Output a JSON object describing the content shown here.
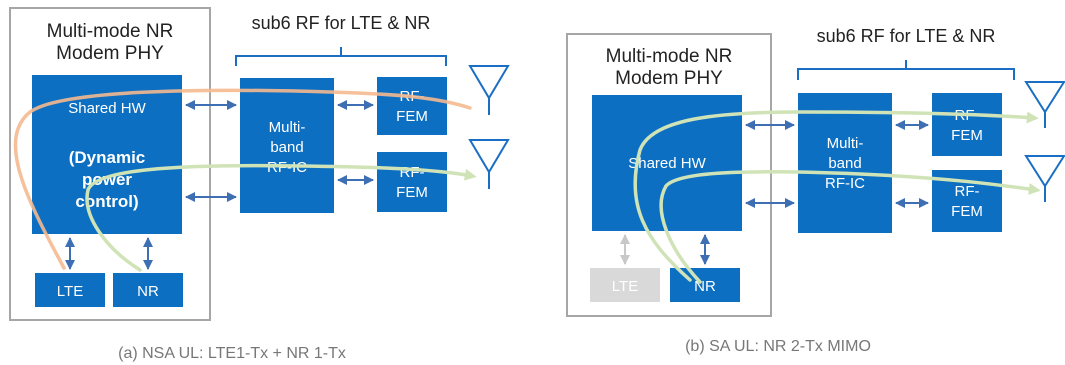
{
  "colors": {
    "block": "#0D6FC2",
    "frame": "#A6A6A6",
    "brace": "#1A6FC4",
    "arrow": "#3E6FB3",
    "lte_path": "#F4B98F",
    "nr_path": "#CFE3B7",
    "disabled": "#D9D9D9"
  },
  "panel_a": {
    "modem_title_line1": "Multi-mode NR",
    "modem_title_line2": "Modem PHY",
    "rf_title": "sub6 RF for LTE & NR",
    "shared_hw": "Shared HW",
    "dpc_line1": "(Dynamic",
    "dpc_line2": "power",
    "dpc_line3": "control)",
    "rfic_line1": "Multi-",
    "rfic_line2": "band",
    "rfic_line3": "RF-IC",
    "fem1_line1": "RF-",
    "fem1_line2": "FEM",
    "fem2_line1": "RF-",
    "fem2_line2": "FEM",
    "lte": "LTE",
    "nr": "NR",
    "caption": "(a) NSA UL: LTE1-Tx + NR 1-Tx"
  },
  "panel_b": {
    "modem_title_line1": "Multi-mode NR",
    "modem_title_line2": "Modem PHY",
    "rf_title": "sub6 RF for LTE & NR",
    "shared_hw": "Shared HW",
    "rfic_line1": "Multi-",
    "rfic_line2": "band",
    "rfic_line3": "RF-IC",
    "fem1_line1": "RF-",
    "fem1_line2": "FEM",
    "fem2_line1": "RF-",
    "fem2_line2": "FEM",
    "lte": "LTE",
    "nr": "NR",
    "caption": "(b) SA UL: NR 2-Tx MIMO"
  }
}
